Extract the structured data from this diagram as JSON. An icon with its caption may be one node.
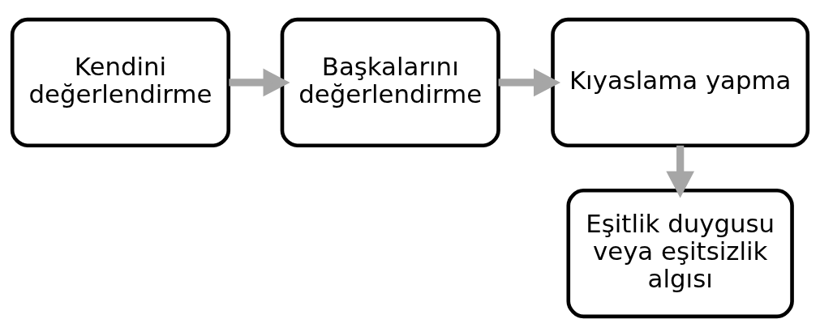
{
  "diagram": {
    "nodes": [
      {
        "text": [
          "Kendini değerlendirme"
        ]
      },
      {
        "text": [
          "Başkalarını değerlendirme"
        ]
      },
      {
        "text": [
          "Kıyaslama yapma"
        ]
      },
      {
        "text": [
          "Eşitlik duygusu veya eşitsizlik algısı"
        ]
      }
    ],
    "edges": [
      {
        "from": 0,
        "to": 1,
        "arrow": "to"
      },
      {
        "from": 1,
        "to": 2,
        "arrow": "to"
      },
      {
        "from": 2,
        "to": 3,
        "arrow": "to"
      }
    ]
  }
}
